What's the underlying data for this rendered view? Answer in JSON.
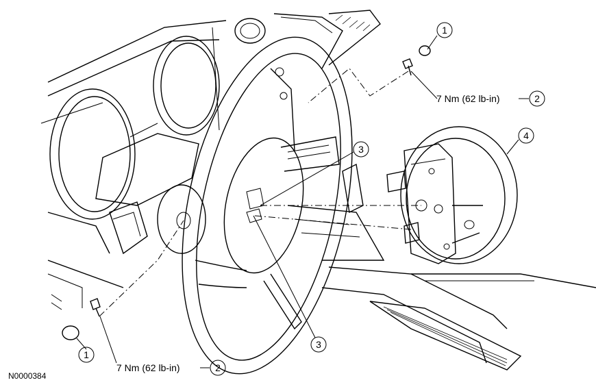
{
  "figure_id": "N0000384",
  "callouts": {
    "c1_top": "1",
    "c1_bottom": "1",
    "c2_top": "2",
    "c2_bottom": "2",
    "c3_upper": "3",
    "c3_lower": "3",
    "c4": "4"
  },
  "torque_labels": {
    "top": "7 Nm (62 lb-in)",
    "bottom": "7 Nm (62 lb-in)"
  }
}
